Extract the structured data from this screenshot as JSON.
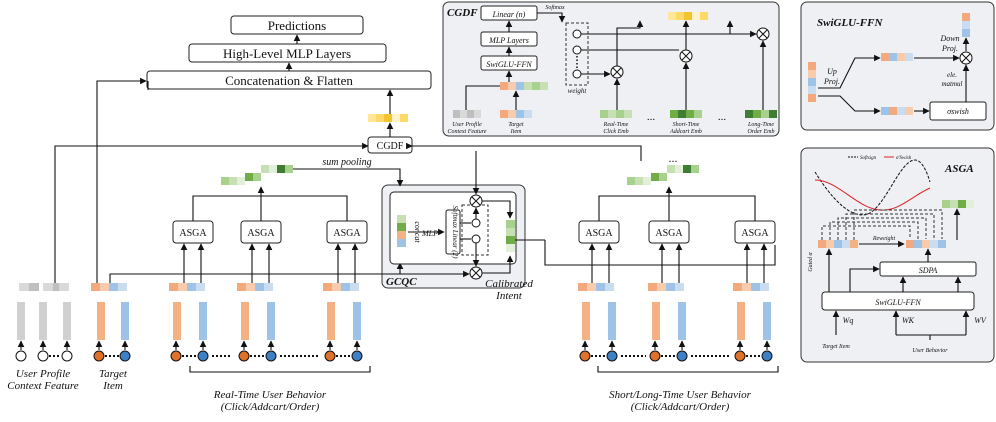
{
  "main": {
    "predictions": "Predictions",
    "mlp": "High-Level MLP Layers",
    "concat": "Concatenation & Flatten",
    "cgdf": "CGDF",
    "sum_pooling": "sum pooling",
    "asga": "ASGA",
    "gcqc": "GCQC",
    "concat_small": "concat",
    "mlp_small": "MLP",
    "softmax_linear": "Softmax Linear (2)",
    "calibrated": "Calibrated",
    "intent": "Intent",
    "dots": "...",
    "user_profile_1": "User Profile",
    "user_profile_2": "Context Feature",
    "target_1": "Target",
    "target_2": "Item",
    "rt_1": "Real-Time User Behavior",
    "rt_2": "(Click/Addcart/Order)",
    "sl_1": "Short/Long-Time User Behavior",
    "sl_2": "(Click/Addcart/Order)"
  },
  "cgdf_panel": {
    "title": "CGDF",
    "linear": "Linear (n)",
    "softmax": "Softmax",
    "mlp": "MLP Layers",
    "swiglu": "SwiGLU-FFN",
    "weight": "weight",
    "in_user_1": "User Profile",
    "in_user_2": "Context Feature",
    "in_target_1": "Target",
    "in_target_2": "Item",
    "in_rt_1": "Real-Time",
    "in_rt_2": "Click Emb",
    "in_st_1": "Short-Time",
    "in_st_2": "Addcart Emb",
    "in_lt_1": "Long-Time",
    "in_lt_2": "Order Emb",
    "dots": "..."
  },
  "swiglu_panel": {
    "title": "SwiGLU-FFN",
    "up": "Up",
    "up2": "Proj.",
    "down": "Down",
    "down2": "Proj.",
    "ele": "ele.",
    "ele2": "matmul",
    "swish": "σswish"
  },
  "asga_panel": {
    "title": "ASGA",
    "legend_1": "Softsign",
    "legend_2": "σ'Swish",
    "reweight": "Reweight",
    "gated": "Gated α",
    "sdpa": "SDPA",
    "swiglu": "SwiGLU-FFN",
    "wq": "Wq",
    "wk": "WK",
    "wv": "WV",
    "target": "Target Item",
    "behavior": "User Behavior"
  },
  "colors": {
    "orange": "#f2a97e",
    "blue": "#9fc3e6",
    "gray": "#c9c9c9",
    "green_light": "#c6e0b4",
    "green_dark": "#3e7d32",
    "yellow": "#ffd966",
    "node_orange": "#e0712b",
    "node_blue": "#3f80c4"
  }
}
